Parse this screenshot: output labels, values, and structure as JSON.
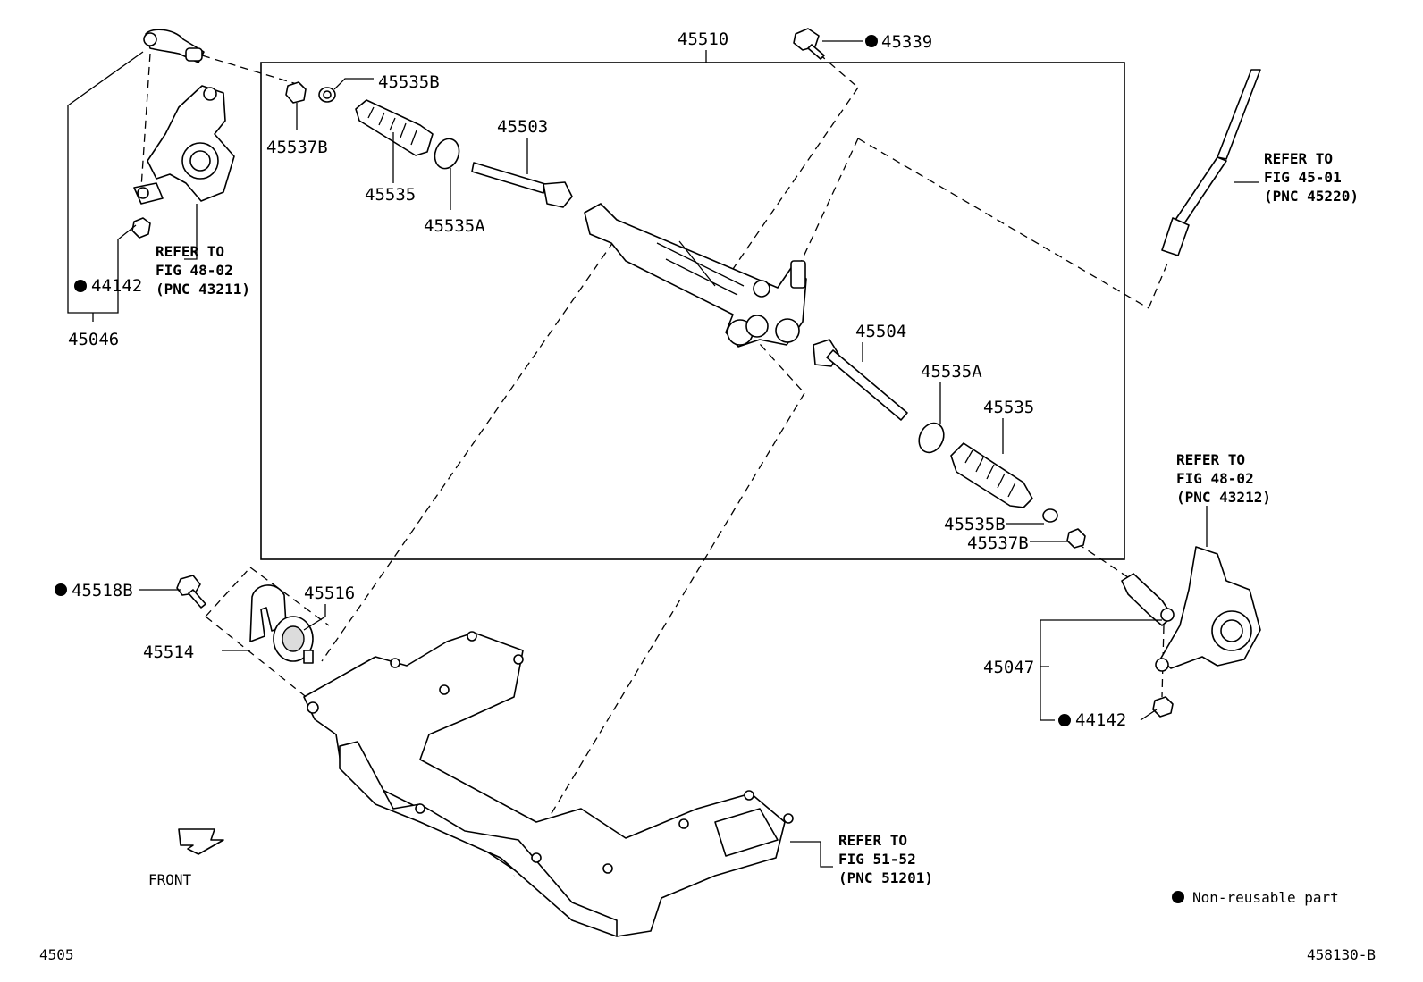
{
  "labels": {
    "assy_main": "45510",
    "bolt_top": "45339",
    "clip_left": "45535B",
    "nut_left": "45537B",
    "boot_left": "45535",
    "band_left": "45535A",
    "rod_left": "45503",
    "rod_right": "45504",
    "band_right": "45535A",
    "boot_right": "45535",
    "clip_right": "45535B",
    "nut_right": "45537B",
    "tie_end_left": "45046",
    "nut_tie_left": "44142",
    "tie_end_right": "45047",
    "nut_tie_right": "44142",
    "bolt_bracket": "45518B",
    "bracket": "45514",
    "bushing": "45516"
  },
  "refs": {
    "knuckle_left": [
      "REFER TO",
      "FIG 48-02",
      "(PNC 43211)"
    ],
    "steering_shaft": [
      "REFER TO",
      "FIG 45-01",
      "(PNC 45220)"
    ],
    "knuckle_right": [
      "REFER TO",
      "FIG 48-02",
      "(PNC 43212)"
    ],
    "crossmember": [
      "REFER TO",
      "FIG 51-52",
      "(PNC 51201)"
    ]
  },
  "legend": {
    "non_reusable": "Non-reusable part"
  },
  "front_label": "FRONT",
  "footer": {
    "figure_code": "4505",
    "drawing_id": "458130-B"
  }
}
